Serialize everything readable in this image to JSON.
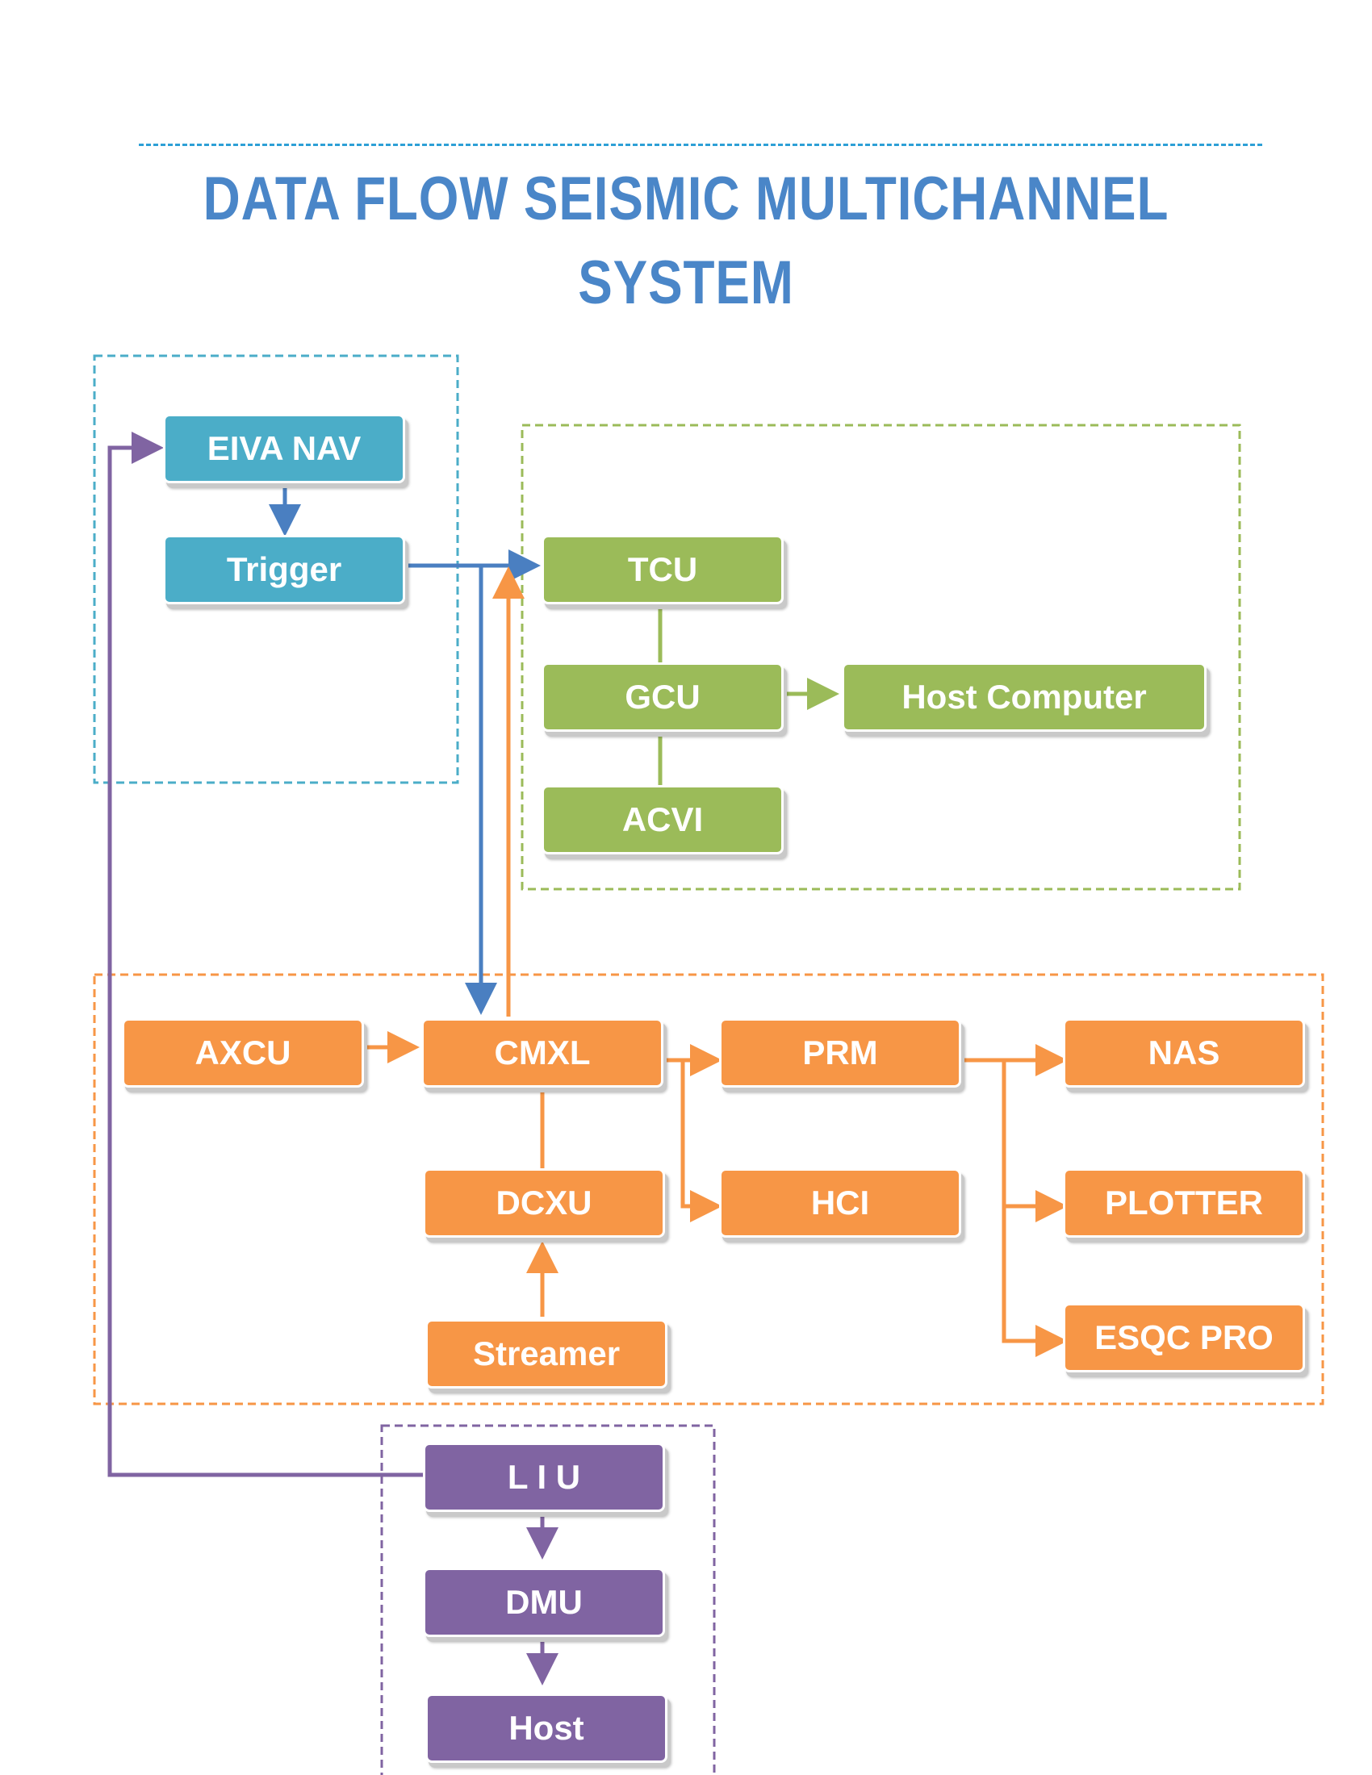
{
  "title": {
    "line1": "DATA FLOW SEISMIC MULTICHANNEL",
    "line2": "SYSTEM"
  },
  "colors": {
    "navigation": "#4badc8",
    "recording": "#9bbb59",
    "acquisition": "#f79646",
    "positioning": "#8064a2",
    "trigger_line": "#4a7fc1"
  },
  "nodes": {
    "eiva_nav": "EIVA NAV",
    "trigger": "Trigger",
    "tcu": "TCU",
    "gcu": "GCU",
    "host_computer": "Host Computer",
    "acvi": "ACVI",
    "axcu": "AXCU",
    "cmxl": "CMXL",
    "prm": "PRM",
    "nas": "NAS",
    "dcxu": "DCXU",
    "hci": "HCI",
    "plotter": "PLOTTER",
    "streamer": "Streamer",
    "esqc_pro": "ESQC PRO",
    "liu": "L I U",
    "dmu": "DMU",
    "host": "Host"
  }
}
